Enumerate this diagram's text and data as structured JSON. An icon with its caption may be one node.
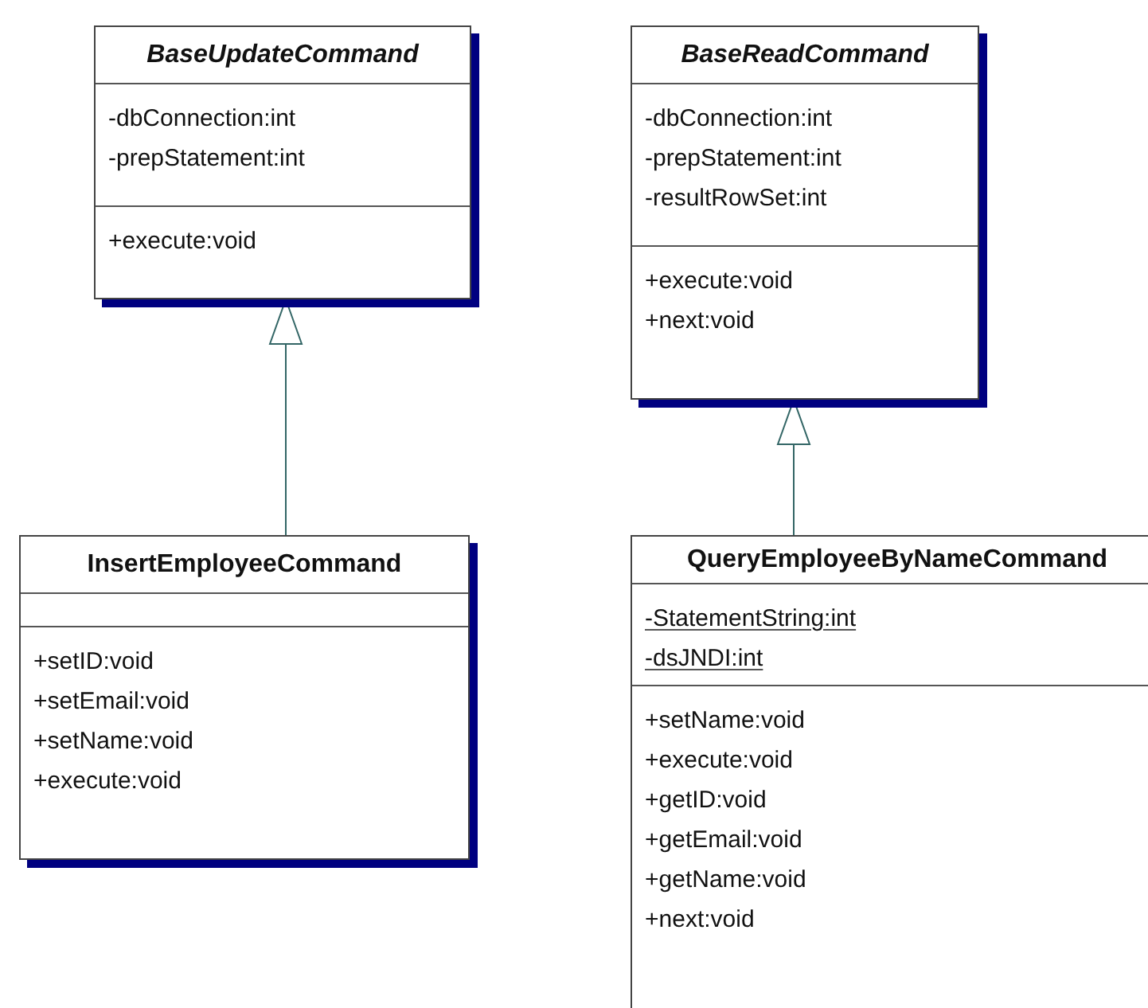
{
  "diagram": {
    "nodes": [
      {
        "text": [
          "BaseUpdateCommand"
        ]
      },
      {
        "text": [
          "-dbConnection:int",
          "-prepStatement:int"
        ],
        "in": 0
      },
      {
        "text": [
          "+execute:void"
        ],
        "in": 0
      },
      {
        "text": [
          "BaseReadCommand"
        ]
      },
      {
        "text": [
          "-dbConnection:int",
          "-prepStatement:int",
          "-resultRowSet:int"
        ],
        "in": 3
      },
      {
        "text": [
          "+execute:void",
          "+next:void"
        ],
        "in": 3
      },
      {
        "text": [
          "InsertEmployeeCommand"
        ]
      },
      {
        "text": [],
        "shape": "box",
        "in": 6
      },
      {
        "text": [
          "+setID:void",
          "+setEmail:void",
          "+setName:void",
          "+execute:void"
        ],
        "in": 6
      },
      {
        "text": [
          "QueryEmployeeByNameCommand"
        ]
      },
      {
        "text": [
          "-StatementString:int",
          "-dsJNDI:int"
        ],
        "in": 9
      },
      {
        "text": [
          "+setName:void",
          "+execute:void",
          "+getID:void",
          "+getEmail:void",
          "+getName:void",
          "+next:void"
        ],
        "in": 9
      }
    ],
    "edges": [
      {
        "from": 6,
        "to": 0,
        "arrow": "to"
      },
      {
        "from": 9,
        "to": 3,
        "arrow": "to"
      }
    ]
  }
}
